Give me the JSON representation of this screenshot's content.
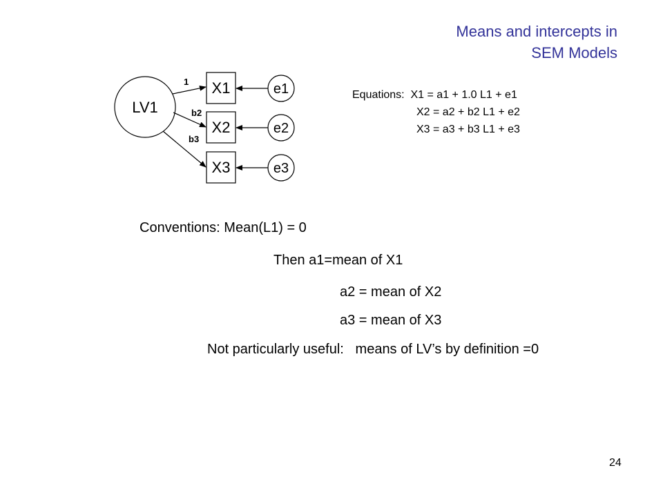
{
  "title": {
    "line1": "Means and intercepts in",
    "line2": "SEM Models"
  },
  "diagram": {
    "latent_label": "LV1",
    "observed": [
      "X1",
      "X2",
      "X3"
    ],
    "errors": [
      "e1",
      "e2",
      "e3"
    ],
    "path_labels": [
      "1",
      "b2",
      "b3"
    ]
  },
  "equations": {
    "line1": "Equations:  X1 = a1 + 1.0 L1 + e1",
    "line2": "X2 = a2 + b2 L1 + e2",
    "line3": "X3 = a3 + b3 L1 + e3"
  },
  "conventions": {
    "line1": "Conventions: Mean(L1) = 0",
    "line2": "Then a1=mean of X1",
    "line3": "a2 = mean of X2",
    "line4": "a3 = mean of X3",
    "line5": "Not particularly useful:   means of LV’s by definition =0"
  },
  "page_number": "24",
  "colors": {
    "title": "#333399",
    "text": "#000000"
  }
}
